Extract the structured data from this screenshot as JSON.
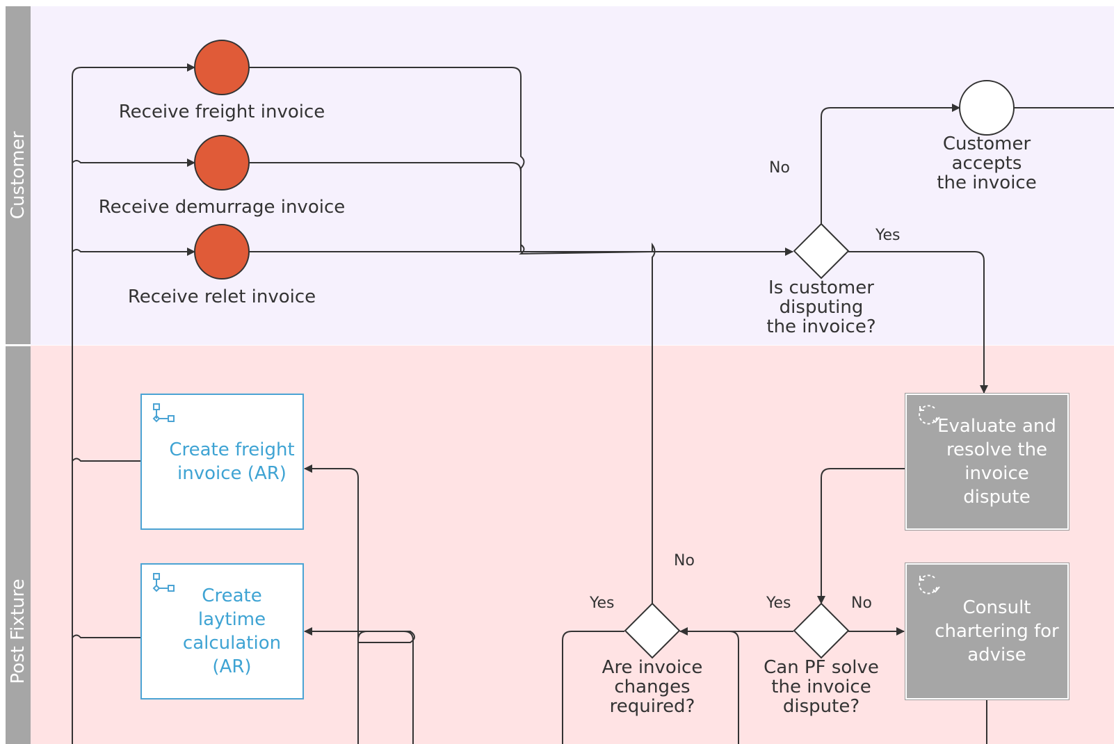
{
  "lanes": [
    {
      "title": "Customer"
    },
    {
      "title": "Post Fixture"
    }
  ],
  "events": {
    "freight": {
      "label": "Receive freight invoice"
    },
    "demurrage": {
      "label": "Receive demurrage invoice"
    },
    "relet": {
      "label": "Receive relet invoice"
    },
    "accepts": {
      "label": "Customer\naccepts\nthe invoice"
    }
  },
  "gateways": {
    "disputing": {
      "label": "Is customer\ndisputing\nthe invoice?"
    },
    "changes": {
      "label": "Are invoice\nchanges\nrequired?"
    },
    "pfsolve": {
      "label": "Can PF solve\nthe invoice\ndispute?"
    }
  },
  "tasks": {
    "freight": {
      "label": "Create freight\ninvoice (AR)"
    },
    "laytime": {
      "label": "Create\nlaytime\ncalculation\n(AR)"
    },
    "evaluate": {
      "label": "Evaluate and\nresolve the\ninvoice\ndispute"
    },
    "consult": {
      "label": "Consult\nchartering for\nadvise"
    }
  },
  "edge_labels": {
    "disputing_no": "No",
    "disputing_yes": "Yes",
    "changes_no": "No",
    "changes_yes": "Yes",
    "pfsolve_yes": "Yes",
    "pfsolve_no": "No"
  },
  "colors": {
    "customer_lane": "#f6f1fd",
    "postfixture_lane": "#ffe3e4",
    "event_fill": "#e05b38",
    "connector": "#333333"
  }
}
